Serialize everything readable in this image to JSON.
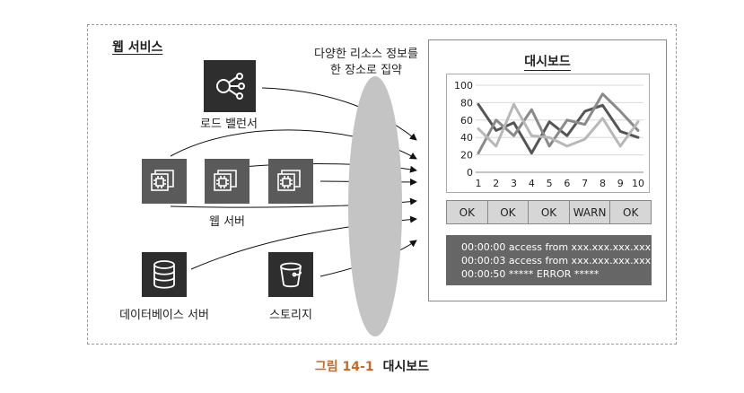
{
  "web_service": {
    "title": "웹 서비스",
    "load_balancer_label": "로드 밸런서",
    "web_server_label": "웹 서버",
    "database_label": "데이터베이스 서버",
    "storage_label": "스토리지"
  },
  "collector": {
    "line1": "다양한 리소스 정보를",
    "line2": "한 장소로 집약"
  },
  "dashboard": {
    "title": "대시보드",
    "status": [
      "OK",
      "OK",
      "OK",
      "WARN",
      "OK"
    ],
    "logs": [
      "00:00:00 access from xxx.xxx.xxx.xxx",
      "00:00:03 access from xxx.xxx.xxx.xxx",
      "00:00:50 ***** ERROR *****"
    ]
  },
  "chart_data": {
    "type": "line",
    "x": [
      1,
      2,
      3,
      4,
      5,
      6,
      7,
      8,
      9,
      10
    ],
    "y_ticks": [
      0,
      20,
      40,
      60,
      80,
      100
    ],
    "ylim": [
      0,
      100
    ],
    "grid": true,
    "series": [
      {
        "color": "#555555",
        "values": [
          78,
          48,
          57,
          22,
          58,
          42,
          70,
          77,
          47,
          40
        ]
      },
      {
        "color": "#8a8a8a",
        "values": [
          22,
          60,
          42,
          72,
          30,
          60,
          55,
          90,
          70,
          48
        ]
      },
      {
        "color": "#b8b8b8",
        "values": [
          50,
          30,
          78,
          42,
          40,
          30,
          38,
          62,
          30,
          58
        ]
      }
    ]
  },
  "caption": {
    "number": "그림 14-1",
    "title": "대시보드"
  }
}
